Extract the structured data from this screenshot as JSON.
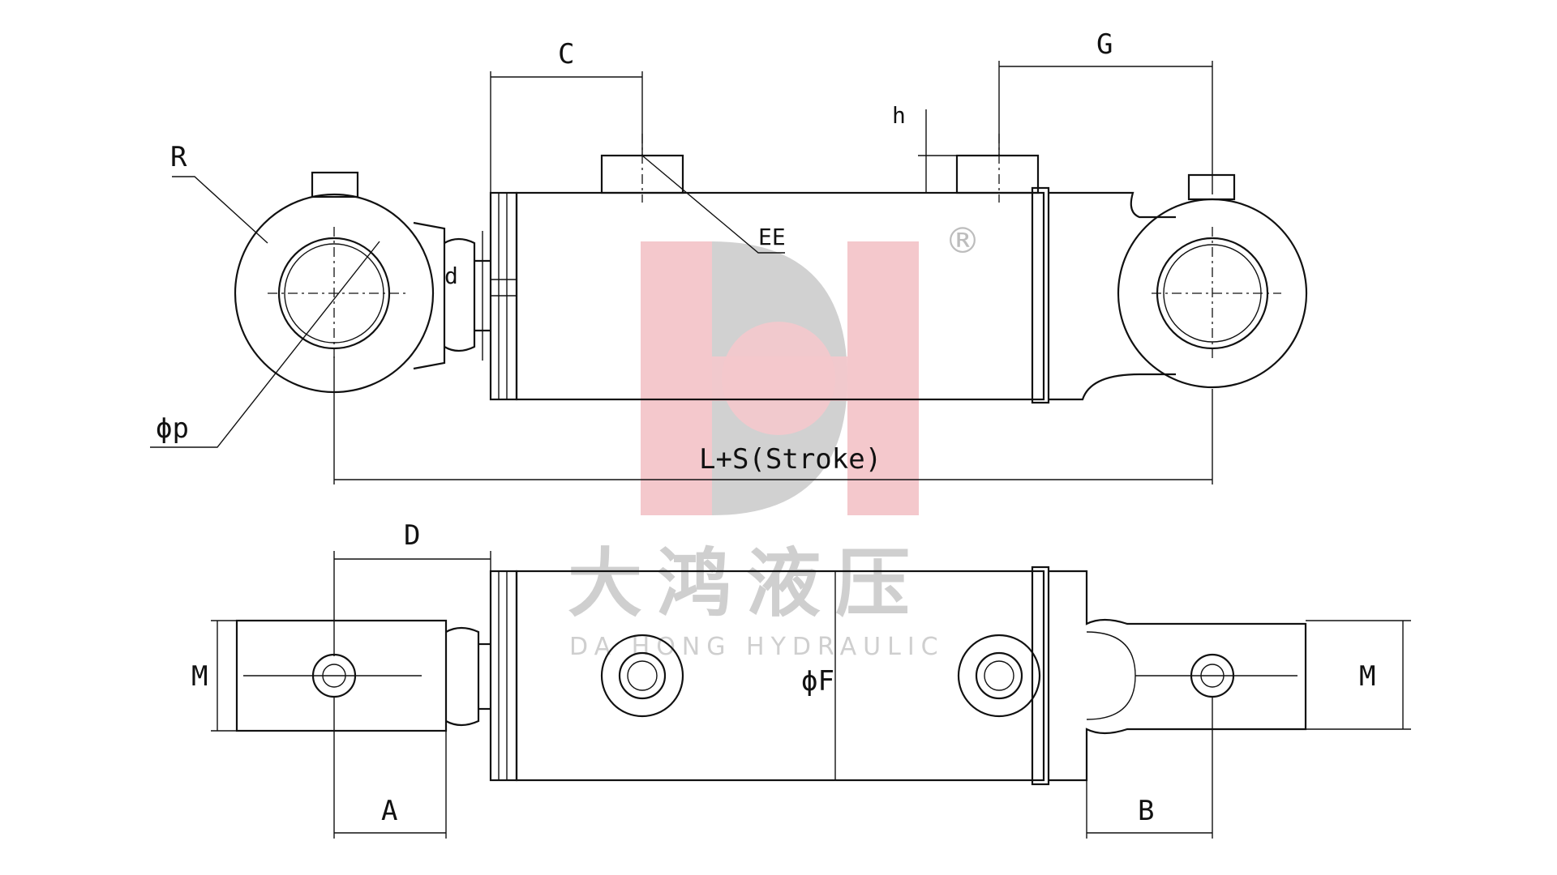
{
  "labels": {
    "C": "C",
    "G": "G",
    "h": "h",
    "R": "R",
    "EE": "EE",
    "d": "d",
    "phi_p": "ϕp",
    "L_S": "L+S(Stroke)",
    "D": "D",
    "M_left": "M",
    "phi_F": "ϕF",
    "M_right": "M",
    "A": "A",
    "B": "B"
  },
  "watermark": {
    "registered": "®",
    "chinese": "大鸿液压",
    "english": "DA HONG HYDRAULIC"
  },
  "colors": {
    "logo_pink": "#f4c8cc",
    "logo_gray": "#c9c9c9",
    "line": "#111111"
  }
}
